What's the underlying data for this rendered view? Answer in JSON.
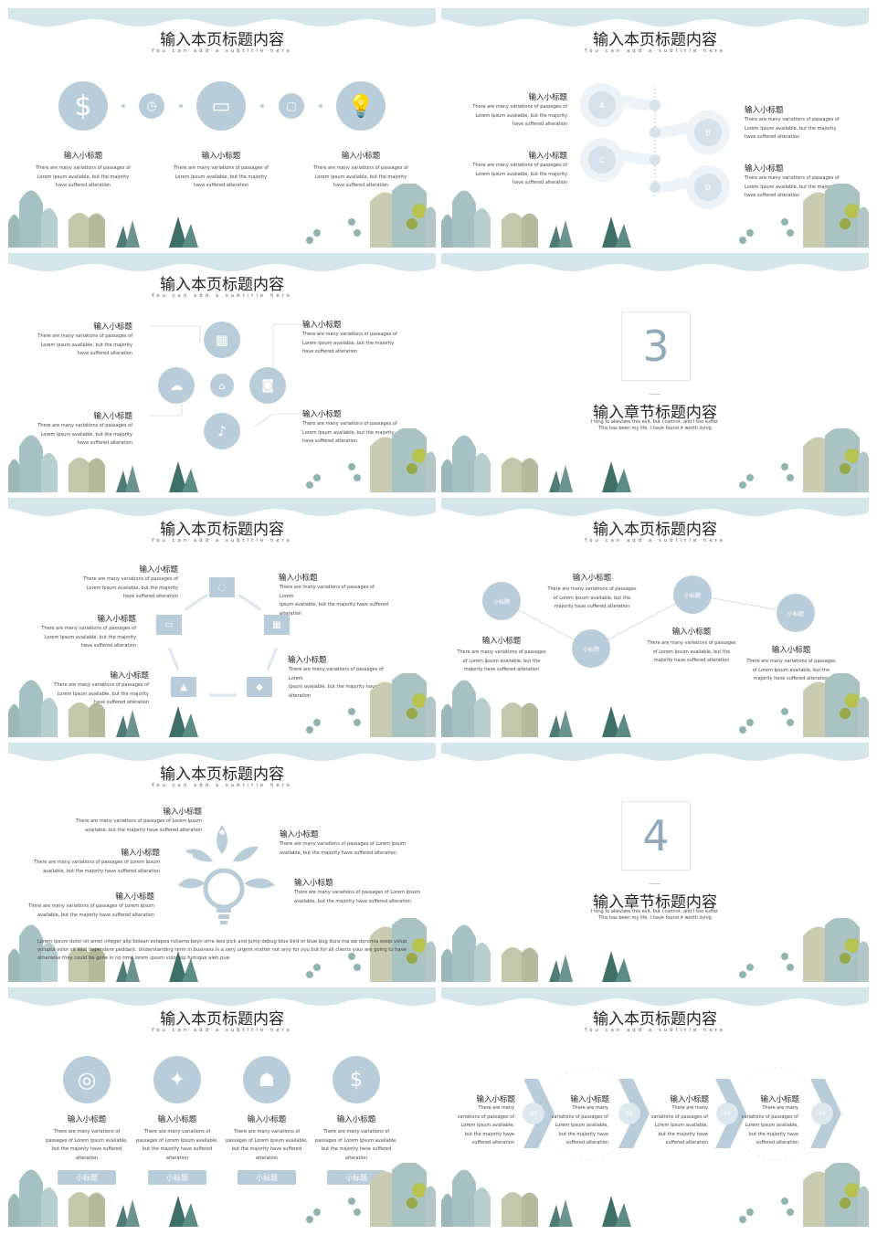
{
  "colors": {
    "accent": "#b9ccd9",
    "wave": "#d4e6e9",
    "text": "#222222"
  },
  "slide_title": "输入本页标题内容",
  "slide_subtitle": "You can add a subtitle here",
  "sub": "输入小标题",
  "small_label": "小标题",
  "desc_long": "There are many variations of passages of Lorem Ipsum available, but the majority have suffered alteration",
  "desc_a": "There are many variations of passages of",
  "desc_b": "Lorem Ipsum available, but the majority",
  "desc_c": "have suffered alteration",
  "desc_d": "There are many variations of passages of Lorem",
  "desc_e": "Ipsum available, but the majority have suffered",
  "desc_f": "alteration",
  "desc_g": "There are many variations of passages of Lorem Ipsum",
  "desc_h": "available, but the majority have suffered alteration",
  "chapter_title": "输入章节标题内容",
  "chapter_desc": "I long to alleviate this evil, but I cannot, and I too suffer. This has been my life. I have found it worth living",
  "chapter3": "3",
  "chapter4": "4",
  "letters": [
    "A",
    "B",
    "C",
    "D"
  ],
  "steps": [
    "01",
    "02",
    "04",
    "04"
  ],
  "lorem_para": "Lorem ipsum dolor sit amet integer alip bolean estapea ruhama beyn sirra less pick and jump debug blue bird or blue bug dura ma aw dorumia essip volup volupta volor sit asdi dependent peddant. Understanding term in business is a very urgent matter not only for you but for all clients your are going to have otherwise they could be gone in no time lorem ipsum volor sip fumigue aleh pue.",
  "icons": {
    "dollar": "dollar-icon",
    "clock": "clock-icon",
    "tablet": "tablet-icon",
    "monitor": "monitor-icon",
    "bulb": "lightbulb-icon",
    "film": "film-icon",
    "home": "home-icon",
    "camera": "camera-icon",
    "cloud": "cloud-icon",
    "music": "music-icon",
    "calendar": "calendar-icon",
    "users": "users-icon",
    "target": "target-icon",
    "runner": "runner-icon",
    "team": "team-icon",
    "moneybag": "money-bag-icon"
  }
}
